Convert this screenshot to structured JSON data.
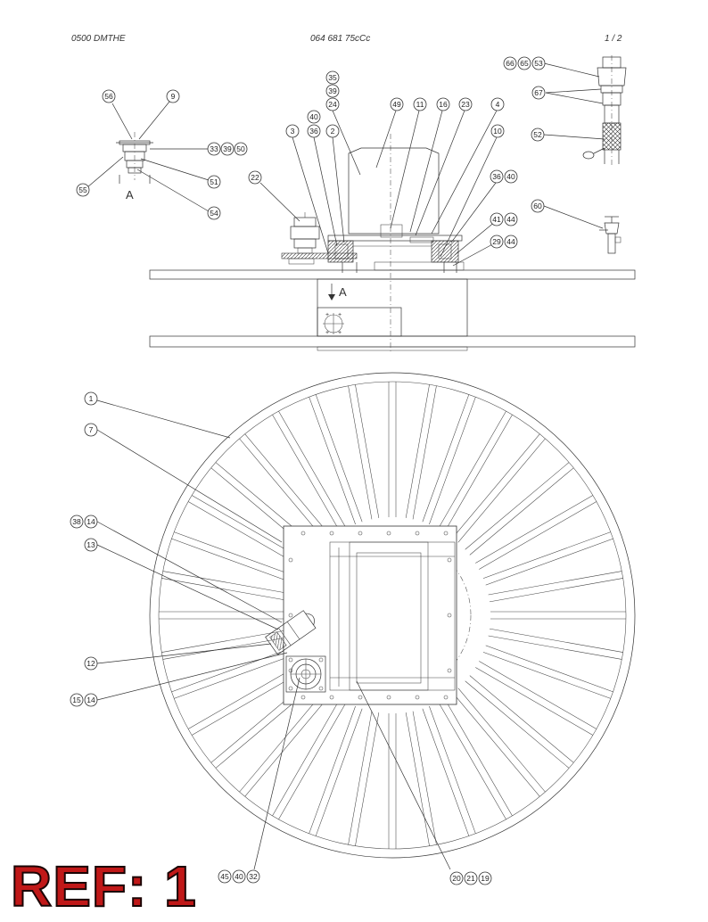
{
  "header": {
    "left_code": "0500 DMTHE",
    "center_code": "064 681 75cCc",
    "page_indicator": "1 /  2"
  },
  "view_labels": {
    "detail_a": "A",
    "section_a": "A"
  },
  "reference_stamp": "REF: 1",
  "callouts": {
    "c56": "56",
    "c9": "9",
    "c33": "33",
    "c39a": "39",
    "c50": "50",
    "c55": "55",
    "c51": "51",
    "c54": "54",
    "c35": "35",
    "c39b": "39",
    "c24": "24",
    "c49": "49",
    "c11": "11",
    "c16": "16",
    "c23": "23",
    "c4": "4",
    "c40a": "40",
    "c3": "3",
    "c36a": "36",
    "c2": "2",
    "c10": "10",
    "c36b": "36",
    "c40b": "40",
    "c22": "22",
    "c41": "41",
    "c44a": "44",
    "c29": "29",
    "c44b": "44",
    "c66": "66",
    "c65": "65",
    "c53": "53",
    "c67": "67",
    "c52": "52",
    "c60": "60",
    "c1": "1",
    "c7": "7",
    "c38": "38",
    "c14a": "14",
    "c13": "13",
    "c12": "12",
    "c15": "15",
    "c14b": "14",
    "c45": "45",
    "c40c": "40",
    "c32": "32",
    "c20": "20",
    "c21": "21",
    "c19": "19"
  },
  "colors": {
    "line": "#333333",
    "stamp_fill": "#c01818",
    "stamp_outline": "#1a0505"
  }
}
